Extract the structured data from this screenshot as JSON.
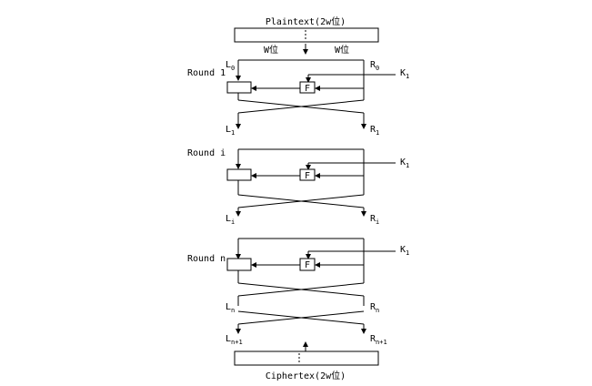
{
  "diagram": {
    "plaintext_label": "Plaintext(2w位)",
    "ciphertext_label": "Ciphertex(2w位)",
    "w_left_label": "W位",
    "w_right_label": "W位",
    "f_label": "F",
    "rounds": [
      {
        "label": "Round 1",
        "left_in": {
          "base": "L",
          "sub": "0"
        },
        "right_in": {
          "base": "R",
          "sub": "0"
        },
        "key": {
          "base": "K",
          "sub": "1"
        },
        "left_out": {
          "base": "L",
          "sub": "1"
        },
        "right_out": {
          "base": "R",
          "sub": "1"
        }
      },
      {
        "label": "Round i",
        "key": {
          "base": "K",
          "sub": "1"
        },
        "left_out": {
          "base": "L",
          "sub": "i"
        },
        "right_out": {
          "base": "R",
          "sub": "i"
        }
      },
      {
        "label": "Round n",
        "key": {
          "base": "K",
          "sub": "1"
        },
        "left_out": {
          "base": "L",
          "sub": "n"
        },
        "right_out": {
          "base": "R",
          "sub": "n"
        }
      }
    ],
    "final_left": {
      "base": "L",
      "sub": "n+1"
    },
    "final_right": {
      "base": "R",
      "sub": "n+1"
    }
  }
}
